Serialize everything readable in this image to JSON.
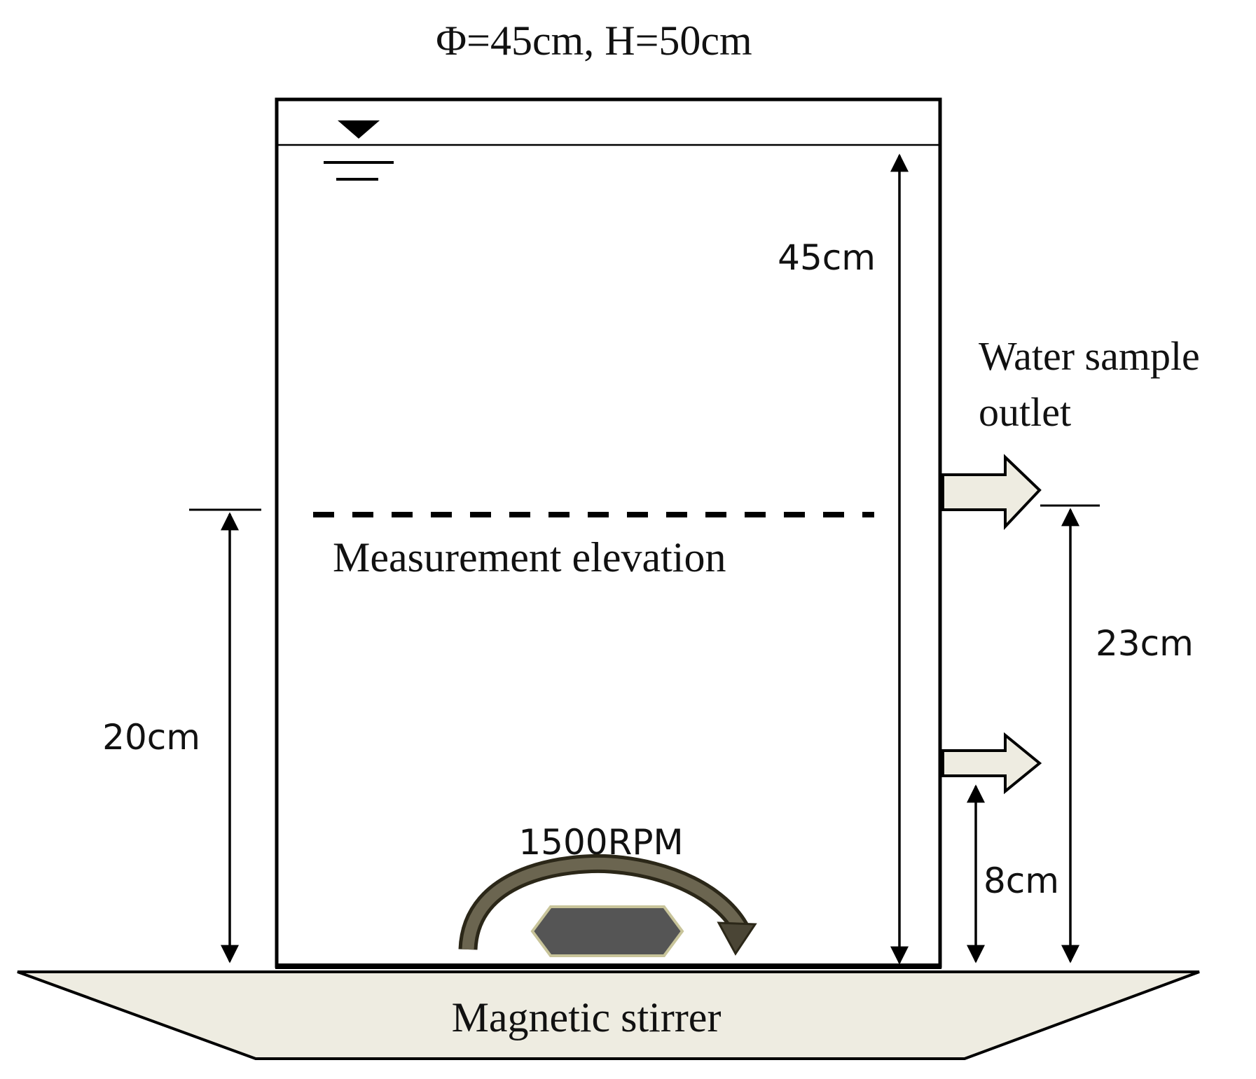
{
  "header": {
    "dimensions_text": "Φ=45cm, H=50cm"
  },
  "labels": {
    "water_depth": "45cm",
    "measurement_height": "20cm",
    "upper_outlet_height": "23cm",
    "lower_outlet_height": "8cm",
    "stirrer_speed": "1500RPM",
    "measurement_elevation": "Measurement elevation",
    "outlet_line1": "Water sample",
    "outlet_line2": "outlet",
    "base": "Magnetic stirrer"
  },
  "colors": {
    "line": "#000000",
    "base_fill": "#EEECE1",
    "outlet_arrow_fill": "#EEECE1",
    "rotation_arrow": "#4A4535",
    "stir_bar": "#555555",
    "stir_bar_edge": "#C8C49A"
  },
  "icons": {
    "water_surface": "water-level-symbol",
    "rotation": "curved-rotation-arrow",
    "stir_bar": "hexagon-stir-bar"
  }
}
